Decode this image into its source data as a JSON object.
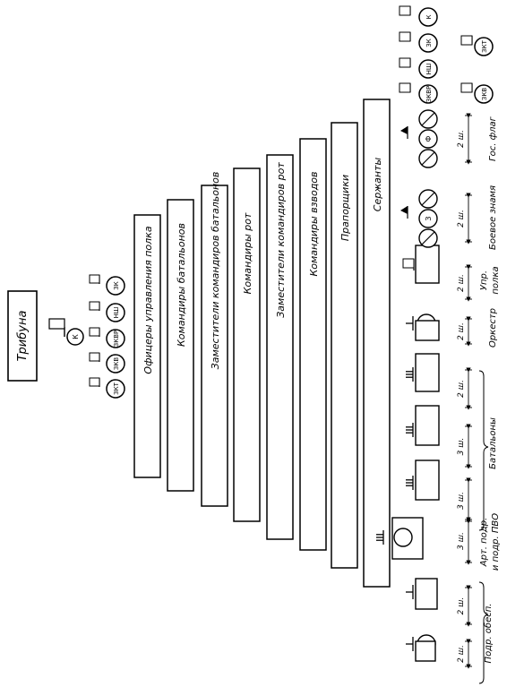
{
  "tribune": {
    "label": "Трибуна"
  },
  "commander_group": {
    "top": "К",
    "circles": [
      "ЗКТ",
      "ЗКВ",
      "ЗКВР",
      "НШ",
      "ЗК"
    ]
  },
  "ranks": [
    "Офицеры управления полка",
    "Командиры батальонов",
    "Заместители командиров батальонов",
    "Командиры рот",
    "Заместители командиров рот",
    "Командиры взводов",
    "Прапорщики",
    "Сержанты"
  ],
  "flags": {
    "banner": "З",
    "state": "Ф"
  },
  "units": {
    "support": "Подр. обесп.",
    "artillery": "Арт. подр. и подр. ПВО",
    "battalions": "Батальоны",
    "orchestra": "Оркестр",
    "hq": "Упр. полка",
    "battle_banner": "Боевое знамя",
    "state_flag": "Гос. флаг"
  },
  "spacing": "2 ш.",
  "spacing3": "3 ш.",
  "right_group": {
    "row1": [
      "ЗКВР",
      "НШ",
      "ЗК",
      "К"
    ],
    "row2": [
      "ЗКВ",
      "ЗКТ"
    ]
  }
}
